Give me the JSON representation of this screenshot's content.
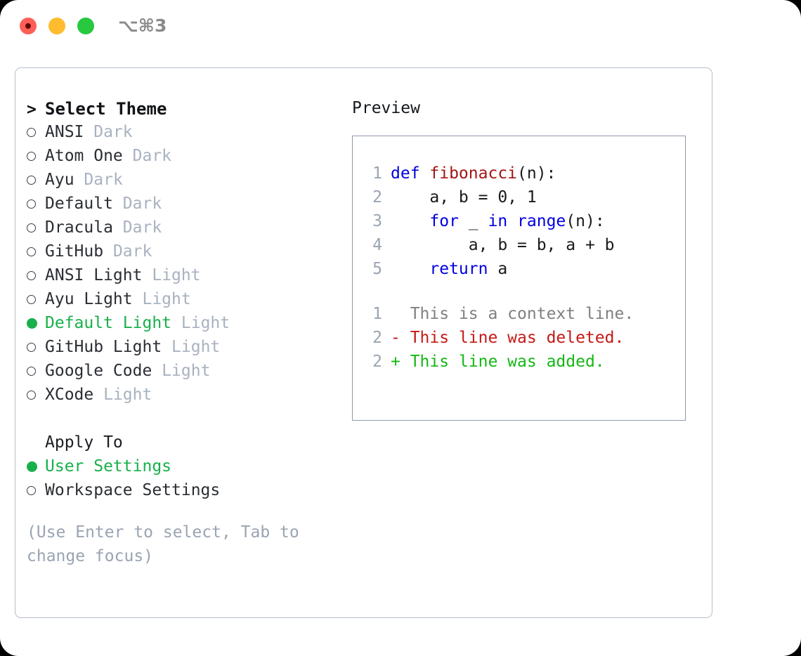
{
  "window": {
    "shortcut_label": "⌥⌘3",
    "traffic_lights": [
      {
        "name": "close",
        "color": "#ff5f57"
      },
      {
        "name": "minimize",
        "color": "#febc2e"
      },
      {
        "name": "maximize",
        "color": "#28c840"
      }
    ]
  },
  "theme_selector": {
    "caret": ">",
    "title": "Select Theme",
    "bullet_empty": "○",
    "bullet_filled": "●",
    "items": [
      {
        "name": "ANSI",
        "tag": "Dark",
        "selected": false
      },
      {
        "name": "Atom One",
        "tag": "Dark",
        "selected": false
      },
      {
        "name": "Ayu",
        "tag": "Dark",
        "selected": false
      },
      {
        "name": "Default",
        "tag": "Dark",
        "selected": false
      },
      {
        "name": "Dracula",
        "tag": "Dark",
        "selected": false
      },
      {
        "name": "GitHub",
        "tag": "Dark",
        "selected": false
      },
      {
        "name": "ANSI Light",
        "tag": "Light",
        "selected": false
      },
      {
        "name": "Ayu Light",
        "tag": "Light",
        "selected": false
      },
      {
        "name": "Default Light",
        "tag": "Light",
        "selected": true
      },
      {
        "name": "GitHub Light",
        "tag": "Light",
        "selected": false
      },
      {
        "name": "Google Code",
        "tag": "Light",
        "selected": false
      },
      {
        "name": "XCode",
        "tag": "Light",
        "selected": false
      }
    ]
  },
  "apply_to": {
    "header": "Apply To",
    "options": [
      {
        "label": "User Settings",
        "selected": true
      },
      {
        "label": "Workspace Settings",
        "selected": false
      }
    ]
  },
  "hint": {
    "text": "(Use Enter to select, Tab to change focus)"
  },
  "preview": {
    "title": "Preview",
    "code_lines": [
      {
        "no": "1",
        "tokens": [
          {
            "t": "def ",
            "c": "kw"
          },
          {
            "t": "fibonacci",
            "c": "fn"
          },
          {
            "t": "(n):",
            "c": "plain"
          }
        ]
      },
      {
        "no": "2",
        "tokens": [
          {
            "t": "    a, b = 0, 1",
            "c": "plain"
          }
        ]
      },
      {
        "no": "3",
        "tokens": [
          {
            "t": "    ",
            "c": "plain"
          },
          {
            "t": "for",
            "c": "kw"
          },
          {
            "t": " _ ",
            "c": "plain"
          },
          {
            "t": "in",
            "c": "kw"
          },
          {
            "t": " ",
            "c": "plain"
          },
          {
            "t": "range",
            "c": "kw"
          },
          {
            "t": "(n):",
            "c": "plain"
          }
        ]
      },
      {
        "no": "4",
        "tokens": [
          {
            "t": "        a, b = b, a + b",
            "c": "plain"
          }
        ]
      },
      {
        "no": "5",
        "tokens": [
          {
            "t": "    ",
            "c": "plain"
          },
          {
            "t": "return",
            "c": "kw"
          },
          {
            "t": " a",
            "c": "plain"
          }
        ]
      }
    ],
    "diff_lines": [
      {
        "no": "1",
        "marker": "  ",
        "text": "This is a context line.",
        "kind": "ctx"
      },
      {
        "no": "2",
        "marker": "- ",
        "text": "This line was deleted.",
        "kind": "del"
      },
      {
        "no": "2",
        "marker": "+ ",
        "text": "This line was added.",
        "kind": "add"
      }
    ]
  },
  "colors": {
    "accent_green": "#17b04a",
    "diff_deleted": "#c41a16",
    "diff_added": "#14b814",
    "keyword_blue": "#0000e0",
    "function_red": "#a31515",
    "muted": "#9aa4b2",
    "panel_border": "#b7bfcb",
    "preview_border": "#8f9aaa"
  }
}
